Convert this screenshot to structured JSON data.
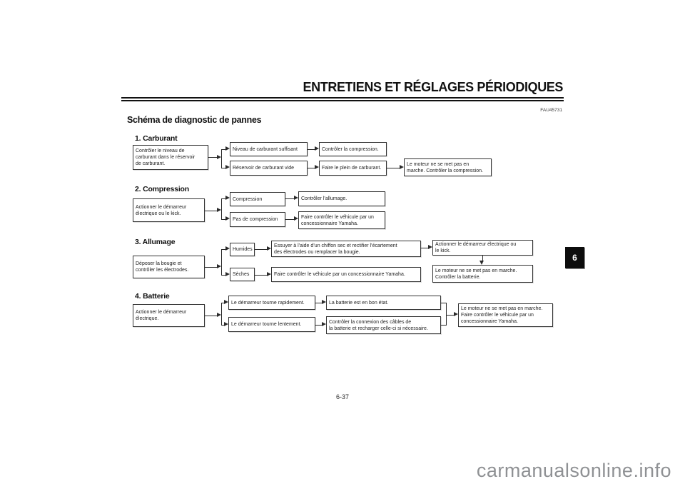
{
  "page": {
    "header_title": "ENTRETIENS ET RÉGLAGES PÉRIODIQUES",
    "ref_code": "FAU45731",
    "doc_title": "Schéma de diagnostic de pannes",
    "page_number": "6-37",
    "chapter_tab": "6",
    "watermark": "carmanualsonline.info"
  },
  "colors": {
    "ink": "#1c1c1c",
    "tab_background": "#0d0d0d",
    "watermark_gray": "#8f9194"
  },
  "flowchart": {
    "sections": {
      "carburant": {
        "title": "1. Carburant",
        "start": "Contrôler le niveau de\ncarburant dans le réservoir\nde carburant.",
        "branch1": "Niveau de carburant suffisant",
        "branch1_action": "Contrôler la compression.",
        "branch2": "Réservoir de carburant vide",
        "branch2_action": "Faire le plein de carburant.",
        "branch2_result": "Le moteur ne se met pas en\nmarche. Contrôler la compression."
      },
      "compression": {
        "title": "2. Compression",
        "start": "Actionner le démarreur\nélectrique ou le kick.",
        "branch1": "Compression",
        "branch1_action": "Contrôler l’allumage.",
        "branch2": "Pas de compression",
        "branch2_action": "Faire contrôler le véhicule par un\nconcessionnaire Yamaha."
      },
      "allumage": {
        "title": "3. Allumage",
        "start": "Déposer la bougie et\ncontrôler les électrodes.",
        "branch1": "Humides",
        "branch1_action": "Essuyer à l’aide d’un chiffon sec et rectifier l’écartement\ndes électrodes ou remplacer la bougie.",
        "branch1_next": "Actionner le démarreur électrique ou\nle kick.",
        "branch1_result": "Le moteur ne se met pas en marche.\nContrôler la batterie.",
        "branch2": "Sèches",
        "branch2_action": "Faire contrôler le véhicule par un concessionnaire Yamaha."
      },
      "batterie": {
        "title": "4. Batterie",
        "start": "Actionner le démarreur\nélectrique.",
        "branch1": "Le démarreur tourne rapidement.",
        "branch1_action": "La batterie est en bon état.",
        "branch2": "Le démarreur tourne lentement.",
        "branch2_action": "Contrôler la connexion des câbles de\nla batterie et recharger celle-ci si nécessaire.",
        "merge_result": "Le moteur ne se met pas en marche.\nFaire contrôler le véhicule par un\nconcessionnaire Yamaha."
      }
    }
  }
}
